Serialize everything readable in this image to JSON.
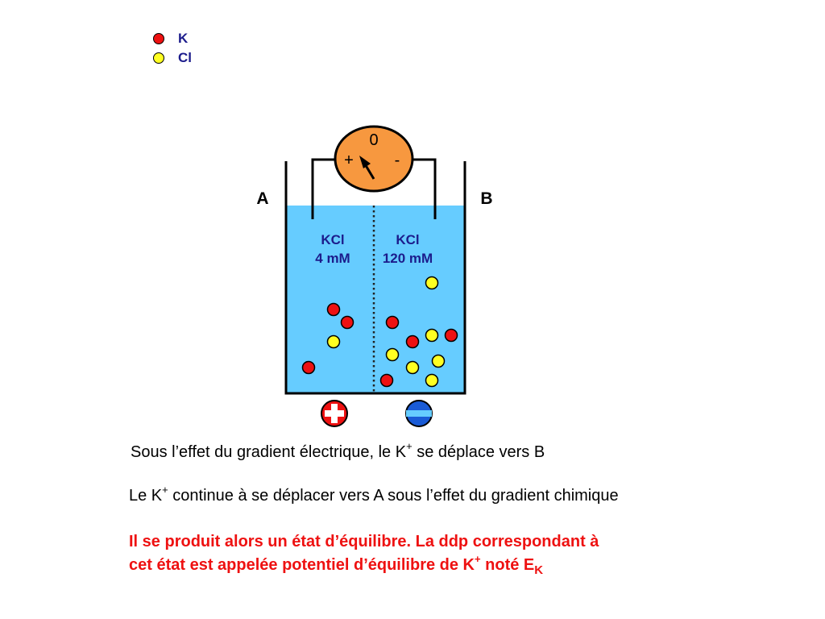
{
  "legend": [
    {
      "label": "K",
      "color": "#ee1111"
    },
    {
      "label": "Cl",
      "color": "#ffff22"
    }
  ],
  "colors": {
    "solution": "#66ccff",
    "voltmeter": "#f7983f",
    "potassium": "#ee1111",
    "chloride": "#ffff22",
    "label_blue": "#1c1c8c",
    "conclusion_red": "#ee1111"
  },
  "voltmeter": {
    "zero": "0",
    "plus": "+",
    "minus": "-"
  },
  "compartments": {
    "left": {
      "name": "A",
      "solute": "KCl",
      "concentration": "4 mM"
    },
    "right": {
      "name": "B",
      "solute": "KCl",
      "concentration": "120 mM"
    }
  },
  "charges": {
    "left": {
      "icon": "positive-charge-icon"
    },
    "right": {
      "icon": "negative-charge-icon"
    }
  },
  "statements": {
    "electric": {
      "before": "Sous l’effet du gradient électrique, le K",
      "sup": "+",
      "after": " se déplace vers B"
    },
    "chemical": {
      "before": "Le K",
      "sup": "+",
      "after": " continue à se déplacer vers A sous l’effet du gradient chimique"
    }
  },
  "conclusion": {
    "line1": "Il se produit alors un état d’équilibre. La ddp correspondant à",
    "line2_before": "cet état est appelée potentiel d’équilibre de K",
    "line2_sup": "+",
    "line2_middle": " noté E",
    "line2_sub": "K"
  }
}
